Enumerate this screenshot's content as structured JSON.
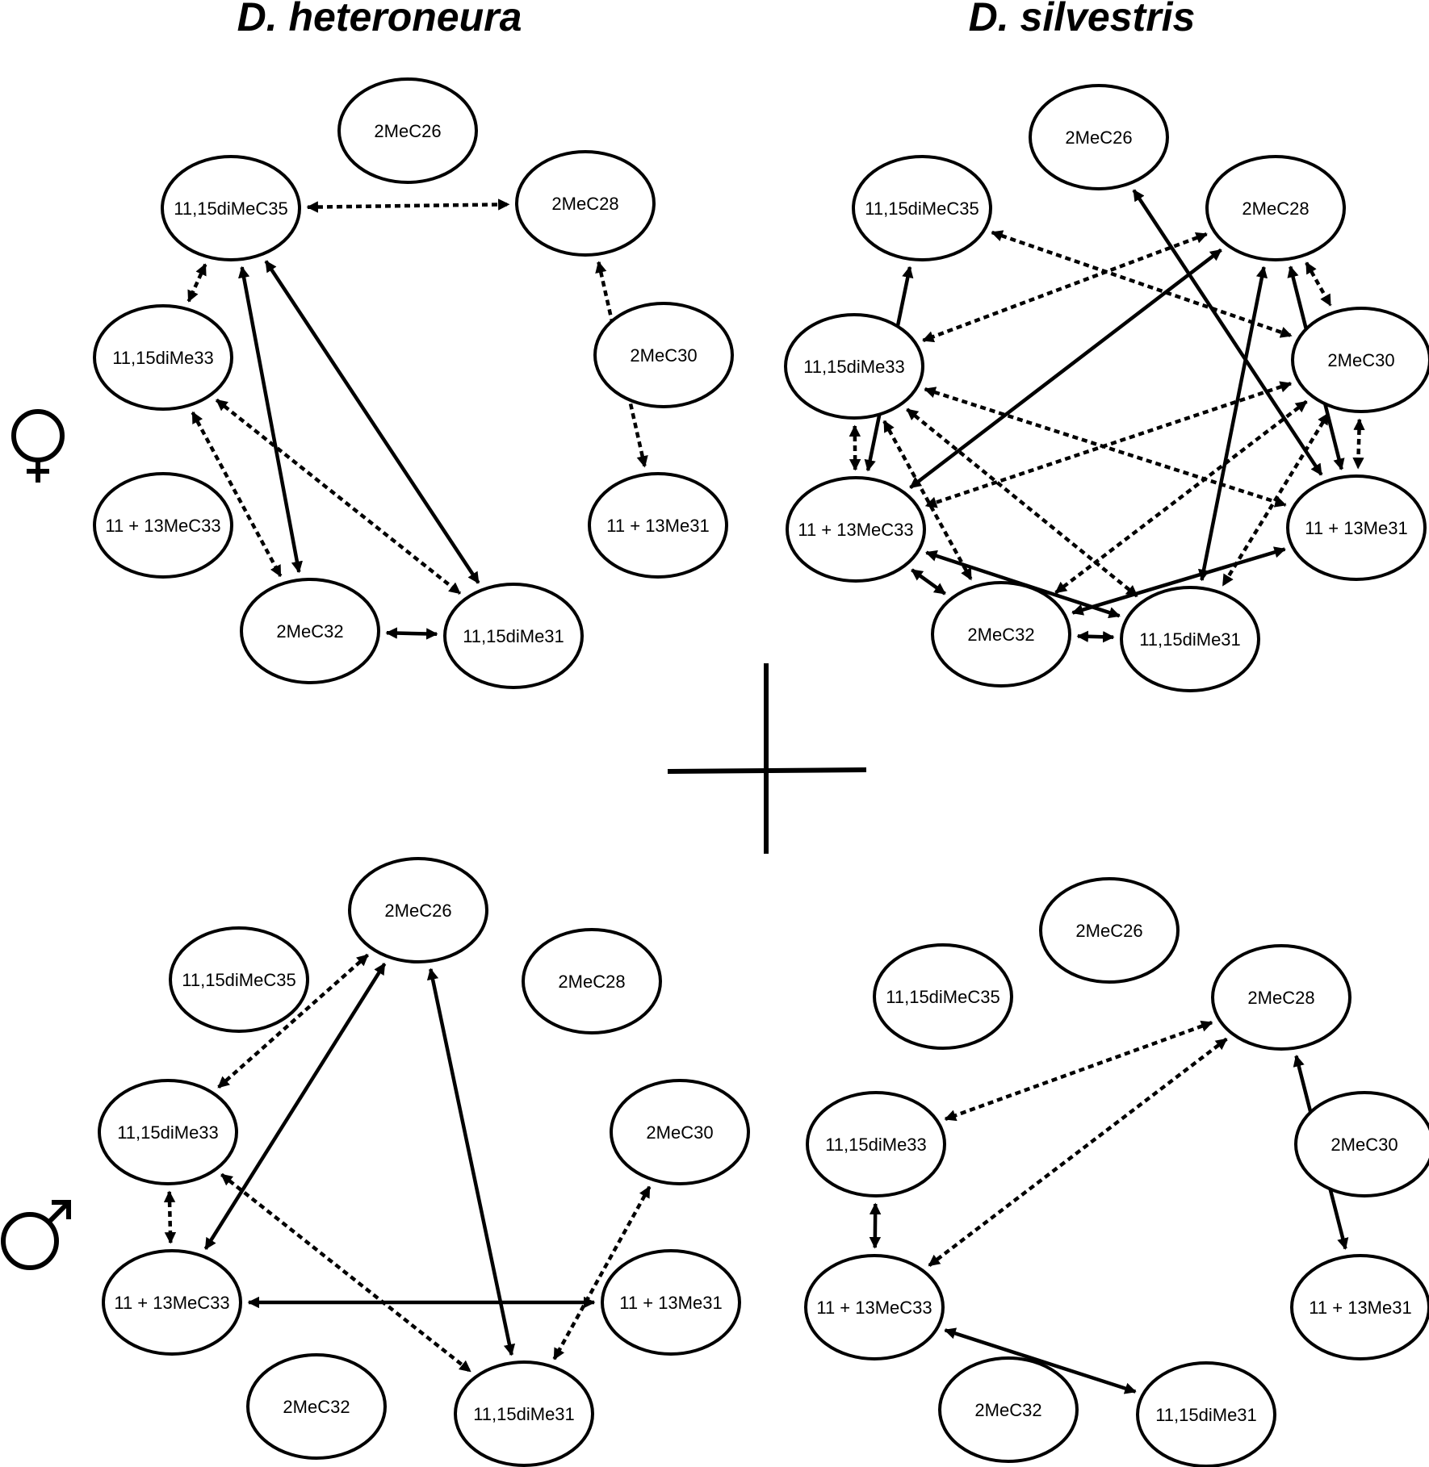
{
  "titles": {
    "left": "D. heteroneura",
    "right": "D. silvestris"
  },
  "colors": {
    "ink": "#000000",
    "background": "#ffffff"
  },
  "sex_symbols": {
    "female": "female-symbol",
    "male": "male-symbol"
  },
  "legend_edge_types": [
    "solid",
    "dashed"
  ],
  "panels": [
    {
      "id": "het-female",
      "species": "D. heteroneura",
      "sex": "female",
      "nodes": [
        {
          "id": "2MeC26",
          "label": "2MeC26"
        },
        {
          "id": "11,15diMeC35",
          "label": "11,15diMeC35"
        },
        {
          "id": "2MeC28",
          "label": "2MeC28"
        },
        {
          "id": "11,15diMe33",
          "label": "11,15diMe33"
        },
        {
          "id": "2MeC30",
          "label": "2MeC30"
        },
        {
          "id": "11+13MeC33",
          "label": "11 + 13MeC33"
        },
        {
          "id": "11+13Me31",
          "label": "11 + 13Me31"
        },
        {
          "id": "2MeC32",
          "label": "2MeC32"
        },
        {
          "id": "11,15diMe31",
          "label": "11,15diMe31"
        }
      ],
      "edges": [
        {
          "from": "11,15diMeC35",
          "to": "2MeC28",
          "type": "dashed"
        },
        {
          "from": "11,15diMeC35",
          "to": "11,15diMe33",
          "type": "dashed"
        },
        {
          "from": "11,15diMeC35",
          "to": "2MeC32",
          "type": "solid"
        },
        {
          "from": "11,15diMeC35",
          "to": "11,15diMe31",
          "type": "solid"
        },
        {
          "from": "2MeC28",
          "to": "11+13Me31",
          "type": "dashed"
        },
        {
          "from": "11,15diMe33",
          "to": "2MeC32",
          "type": "dashed"
        },
        {
          "from": "11,15diMe33",
          "to": "11,15diMe31",
          "type": "dashed"
        },
        {
          "from": "2MeC32",
          "to": "11,15diMe31",
          "type": "solid"
        }
      ]
    },
    {
      "id": "sil-female",
      "species": "D. silvestris",
      "sex": "female",
      "nodes": [
        {
          "id": "2MeC26",
          "label": "2MeC26"
        },
        {
          "id": "11,15diMeC35",
          "label": "11,15diMeC35"
        },
        {
          "id": "2MeC28",
          "label": "2MeC28"
        },
        {
          "id": "11,15diMe33",
          "label": "11,15diMe33"
        },
        {
          "id": "2MeC30",
          "label": "2MeC30"
        },
        {
          "id": "11+13MeC33",
          "label": "11 + 13MeC33"
        },
        {
          "id": "11+13Me31",
          "label": "11 + 13Me31"
        },
        {
          "id": "2MeC32",
          "label": "2MeC32"
        },
        {
          "id": "11,15diMe31",
          "label": "11,15diMe31"
        }
      ],
      "edges": [
        {
          "from": "2MeC26",
          "to": "11+13Me31",
          "type": "solid"
        },
        {
          "from": "11,15diMeC35",
          "to": "2MeC30",
          "type": "dashed"
        },
        {
          "from": "11,15diMeC35",
          "to": "11+13MeC33",
          "type": "solid"
        },
        {
          "from": "2MeC28",
          "to": "11,15diMe33",
          "type": "dashed"
        },
        {
          "from": "2MeC28",
          "to": "11+13MeC33",
          "type": "solid"
        },
        {
          "from": "2MeC28",
          "to": "11,15diMe31",
          "type": "solid"
        },
        {
          "from": "2MeC28",
          "to": "11+13Me31",
          "type": "solid"
        },
        {
          "from": "2MeC28",
          "to": "2MeC30",
          "type": "dashed"
        },
        {
          "from": "11,15diMe33",
          "to": "11+13Me31",
          "type": "dashed"
        },
        {
          "from": "11,15diMe33",
          "to": "11,15diMe31",
          "type": "dashed"
        },
        {
          "from": "11,15diMe33",
          "to": "2MeC32",
          "type": "dashed"
        },
        {
          "from": "11,15diMe33",
          "to": "11+13MeC33",
          "type": "dashed"
        },
        {
          "from": "2MeC30",
          "to": "11+13MeC33",
          "type": "dashed"
        },
        {
          "from": "2MeC30",
          "to": "2MeC32",
          "type": "dashed"
        },
        {
          "from": "2MeC30",
          "to": "11,15diMe31",
          "type": "dashed"
        },
        {
          "from": "2MeC30",
          "to": "11+13Me31",
          "type": "dashed"
        },
        {
          "from": "11+13MeC33",
          "to": "11,15diMe31",
          "type": "solid"
        },
        {
          "from": "11+13MeC33",
          "to": "2MeC32",
          "type": "solid"
        },
        {
          "from": "11+13Me31",
          "to": "2MeC32",
          "type": "solid"
        },
        {
          "from": "2MeC32",
          "to": "11,15diMe31",
          "type": "solid"
        }
      ]
    },
    {
      "id": "het-male",
      "species": "D. heteroneura",
      "sex": "male",
      "nodes": [
        {
          "id": "2MeC26",
          "label": "2MeC26"
        },
        {
          "id": "11,15diMeC35",
          "label": "11,15diMeC35"
        },
        {
          "id": "2MeC28",
          "label": "2MeC28"
        },
        {
          "id": "11,15diMe33",
          "label": "11,15diMe33"
        },
        {
          "id": "2MeC30",
          "label": "2MeC30"
        },
        {
          "id": "11+13MeC33",
          "label": "11 + 13MeC33"
        },
        {
          "id": "11+13Me31",
          "label": "11 + 13Me31"
        },
        {
          "id": "2MeC32",
          "label": "2MeC32"
        },
        {
          "id": "11,15diMe31",
          "label": "11,15diMe31"
        }
      ],
      "edges": [
        {
          "from": "2MeC26",
          "to": "11,15diMe33",
          "type": "dashed"
        },
        {
          "from": "2MeC26",
          "to": "11+13MeC33",
          "type": "solid"
        },
        {
          "from": "2MeC26",
          "to": "11,15diMe31",
          "type": "solid"
        },
        {
          "from": "11,15diMe33",
          "to": "11+13MeC33",
          "type": "dashed"
        },
        {
          "from": "11,15diMe33",
          "to": "11,15diMe31",
          "type": "dashed"
        },
        {
          "from": "11+13MeC33",
          "to": "11+13Me31",
          "type": "solid"
        },
        {
          "from": "2MeC30",
          "to": "11,15diMe31",
          "type": "dashed"
        }
      ]
    },
    {
      "id": "sil-male",
      "species": "D. silvestris",
      "sex": "male",
      "nodes": [
        {
          "id": "2MeC26",
          "label": "2MeC26"
        },
        {
          "id": "11,15diMeC35",
          "label": "11,15diMeC35"
        },
        {
          "id": "2MeC28",
          "label": "2MeC28"
        },
        {
          "id": "11,15diMe33",
          "label": "11,15diMe33"
        },
        {
          "id": "2MeC30",
          "label": "2MeC30"
        },
        {
          "id": "11+13MeC33",
          "label": "11 + 13MeC33"
        },
        {
          "id": "11+13Me31",
          "label": "11 + 13Me31"
        },
        {
          "id": "2MeC32",
          "label": "2MeC32"
        },
        {
          "id": "11,15diMe31",
          "label": "11,15diMe31"
        }
      ],
      "edges": [
        {
          "from": "2MeC28",
          "to": "11,15diMe33",
          "type": "dashed"
        },
        {
          "from": "2MeC28",
          "to": "11+13MeC33",
          "type": "dashed"
        },
        {
          "from": "2MeC28",
          "to": "11+13Me31",
          "type": "solid"
        },
        {
          "from": "11,15diMe33",
          "to": "11+13MeC33",
          "type": "solid"
        },
        {
          "from": "11+13MeC33",
          "to": "11,15diMe31",
          "type": "solid"
        }
      ]
    }
  ]
}
